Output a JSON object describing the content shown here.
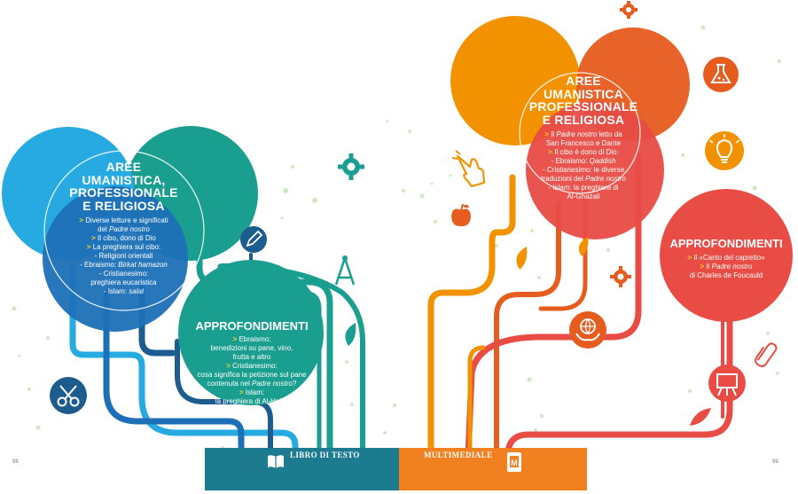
{
  "colors": {
    "teal": "#1a9e8f",
    "cyan": "#27a9e1",
    "blue": "#1d70b7",
    "navy": "#1c5c8f",
    "green": "#9fd17e",
    "orange": "#f39200",
    "dark_orange": "#e65b1e",
    "red": "#e84c44",
    "yellow": "#ffd21f"
  },
  "left": {
    "main": {
      "title": [
        "AREE",
        "UMANISTICA,",
        "PROFESSIONALE",
        "E RELIGIOSA"
      ],
      "items": [
        {
          "parts": [
            {
              "t": "> ",
              "arrow": true
            },
            {
              "t": "Diverse letture e significati"
            }
          ]
        },
        {
          "parts": [
            {
              "t": "del "
            },
            {
              "t": "Padre nostro",
              "i": true
            }
          ]
        },
        {
          "parts": [
            {
              "t": "> ",
              "arrow": true
            },
            {
              "t": "Il cibo, dono di Dio"
            }
          ]
        },
        {
          "parts": [
            {
              "t": "> ",
              "arrow": true
            },
            {
              "t": "La preghiera sul cibo:"
            }
          ]
        },
        {
          "parts": [
            {
              "t": "- Religioni orientali"
            }
          ]
        },
        {
          "parts": [
            {
              "t": "- Ebraismo: "
            },
            {
              "t": "Birkat hamazon",
              "i": true
            }
          ]
        },
        {
          "parts": [
            {
              "t": "- Cristianesimo:"
            }
          ]
        },
        {
          "parts": [
            {
              "t": "preghiera eucaristica"
            }
          ]
        },
        {
          "parts": [
            {
              "t": "- Islam: "
            },
            {
              "t": "salat",
              "i": true
            }
          ]
        }
      ]
    },
    "deep": {
      "title": "APPROFONDIMENTI",
      "items": [
        {
          "parts": [
            {
              "t": "> ",
              "arrow": true
            },
            {
              "t": "Ebraismo:"
            }
          ]
        },
        {
          "parts": [
            {
              "t": "benedizioni su pane, vino,"
            }
          ]
        },
        {
          "parts": [
            {
              "t": "frutta e altro"
            }
          ]
        },
        {
          "parts": [
            {
              "t": "> ",
              "arrow": true
            },
            {
              "t": "Cristianesimo:"
            }
          ]
        },
        {
          "parts": [
            {
              "t": "cosa significa la petizione sul pane"
            }
          ]
        },
        {
          "parts": [
            {
              "t": "contenuta nel "
            },
            {
              "t": "Padre nostro",
              "i": true
            },
            {
              "t": "?"
            }
          ]
        },
        {
          "parts": [
            {
              "t": "> ",
              "arrow": true
            },
            {
              "t": "Islam:"
            }
          ]
        },
        {
          "parts": [
            {
              "t": "la preghiera di Al-Hallaj"
            }
          ]
        }
      ]
    }
  },
  "right": {
    "main": {
      "title": [
        "AREE",
        "UMANISTICA",
        "PROFESSIONALE",
        "E RELIGIOSA"
      ],
      "items": [
        {
          "parts": [
            {
              "t": "> ",
              "arrow": true
            },
            {
              "t": "Il "
            },
            {
              "t": "Padre nostro",
              "i": true
            },
            {
              "t": " letto da"
            }
          ]
        },
        {
          "parts": [
            {
              "t": "San Francesco e Dante"
            }
          ]
        },
        {
          "parts": [
            {
              "t": "> ",
              "arrow": true
            },
            {
              "t": "Il cibo è dono di Dio:"
            }
          ]
        },
        {
          "parts": [
            {
              "t": "- Ebraismo: "
            },
            {
              "t": "Qaddish",
              "i": true
            }
          ]
        },
        {
          "parts": [
            {
              "t": "- Cristianesimo: le diverse"
            }
          ]
        },
        {
          "parts": [
            {
              "t": "traduzioni del "
            },
            {
              "t": "Padre nostro",
              "i": true
            }
          ]
        },
        {
          "parts": [
            {
              "t": "- Islam: la preghiera di"
            }
          ]
        },
        {
          "parts": [
            {
              "t": "Al-Ghazali"
            }
          ]
        }
      ]
    },
    "deep": {
      "title": "APPROFONDIMENTI",
      "items": [
        {
          "parts": [
            {
              "t": "> ",
              "arrow": true
            },
            {
              "t": "Il «Canto del capretto»"
            }
          ]
        },
        {
          "parts": [
            {
              "t": "> ",
              "arrow": true
            },
            {
              "t": "Il "
            },
            {
              "t": "Padre nostro",
              "i": true
            }
          ]
        },
        {
          "parts": [
            {
              "t": "di Charles de Foucauld"
            }
          ]
        }
      ]
    }
  },
  "footer": {
    "left_label": "LIBRO DI TESTO",
    "right_label": "MULTIMEDIALE",
    "page_left": "98",
    "page_right": "99"
  },
  "icons": [
    "gear-icon",
    "pencil-icon",
    "compass-icon",
    "scissors-icon",
    "leaf-icon",
    "hand-cursor-icon",
    "apple-icon",
    "flask-icon",
    "lightbulb-icon",
    "globe-hands-icon",
    "paperclip-icon",
    "easel-icon",
    "book-icon",
    "tablet-icon"
  ]
}
